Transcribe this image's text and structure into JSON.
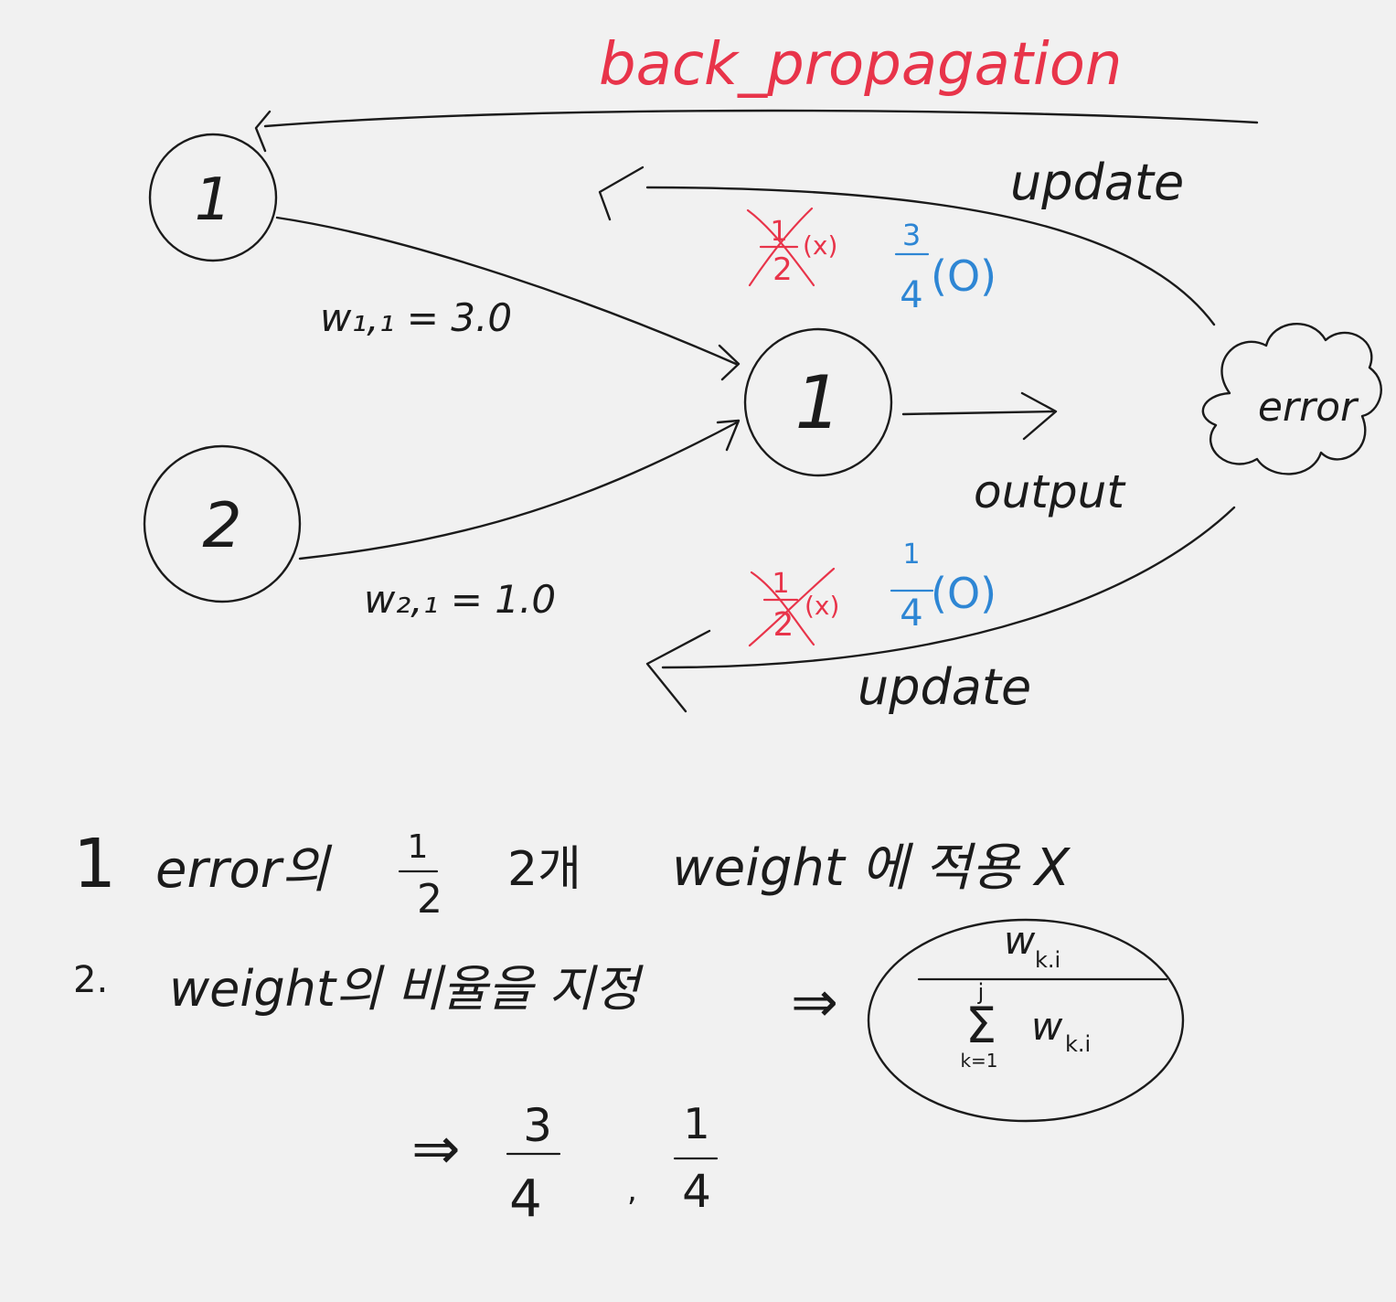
{
  "colors": {
    "ink": "#1b1b1b",
    "red": "#e8344a",
    "blue": "#2e86d4",
    "paper": "#f1f1f1"
  },
  "title": "back_propagation",
  "nodes": {
    "input_1": "1",
    "input_2": "2",
    "hidden_1": "1",
    "error": "error"
  },
  "weights": {
    "w11": "w₁,₁ = 3.0",
    "w21": "w₂,₁ = 1.0"
  },
  "output_label": "output",
  "update_labels": {
    "upper": "update",
    "lower": "update"
  },
  "upper_fractions": {
    "wrong": {
      "num": "1",
      "den": "2",
      "mark": "(x)"
    },
    "right": {
      "num": "3",
      "den": "4",
      "mark": "(O)"
    }
  },
  "lower_fractions": {
    "wrong": {
      "num": "1",
      "den": "2",
      "mark": "(x)"
    },
    "right": {
      "num": "1",
      "den": "4",
      "mark": "(O)"
    }
  },
  "notes": {
    "line1": {
      "number": "1",
      "text_a": "error의",
      "frac_num": "1",
      "frac_den": "2",
      "text_b": "2개",
      "text_c": "weight 에 적용 X"
    },
    "line2": {
      "number": "2.",
      "text": "weight의 비율을 지정",
      "arrow": "⇒"
    },
    "formula": {
      "numerator": "w",
      "numerator_sub": "k.i",
      "sum_top": "j",
      "sum_symbol": "Σ",
      "sum_bottom": "k=1",
      "denominator": "w",
      "denominator_sub": "k.i"
    },
    "result": {
      "arrow": "⇒",
      "a_num": "3",
      "a_den": "4",
      "sep": ",",
      "b_num": "1",
      "b_den": "4"
    }
  }
}
